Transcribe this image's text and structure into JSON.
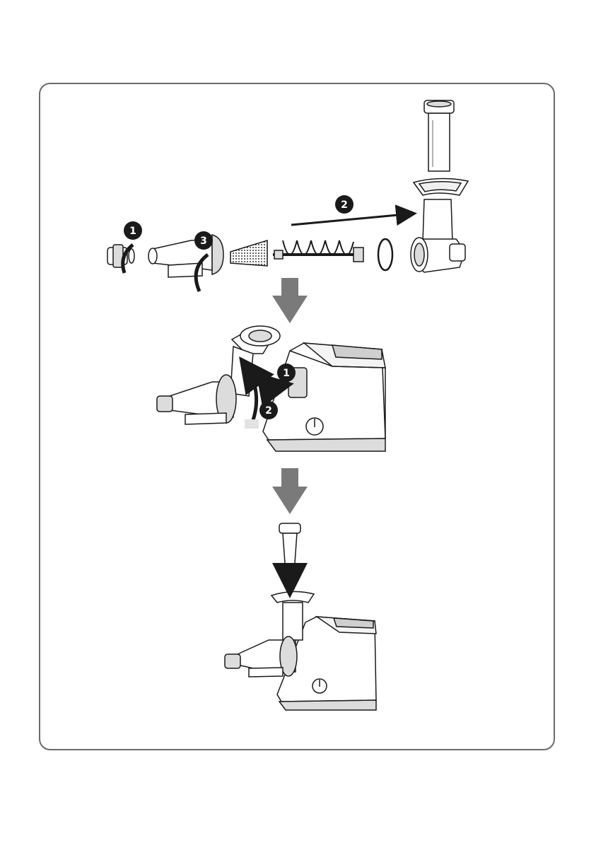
{
  "colors": {
    "frame": "#6b6b6b",
    "line": "#1a1a1a",
    "badge": "#1a1a1a",
    "flow_arrow": "#7a7a7a",
    "fill_light": "#ffffff",
    "fill_grey": "#dcdcdc"
  },
  "step1": {
    "badges": [
      "1",
      "3",
      "2"
    ]
  },
  "step2": {
    "badges": [
      "1",
      "2"
    ]
  },
  "icons": [
    "power-dial-icon",
    "flow-arrow-down-icon",
    "rotate-arrow-icon",
    "push-arrow-icon"
  ]
}
